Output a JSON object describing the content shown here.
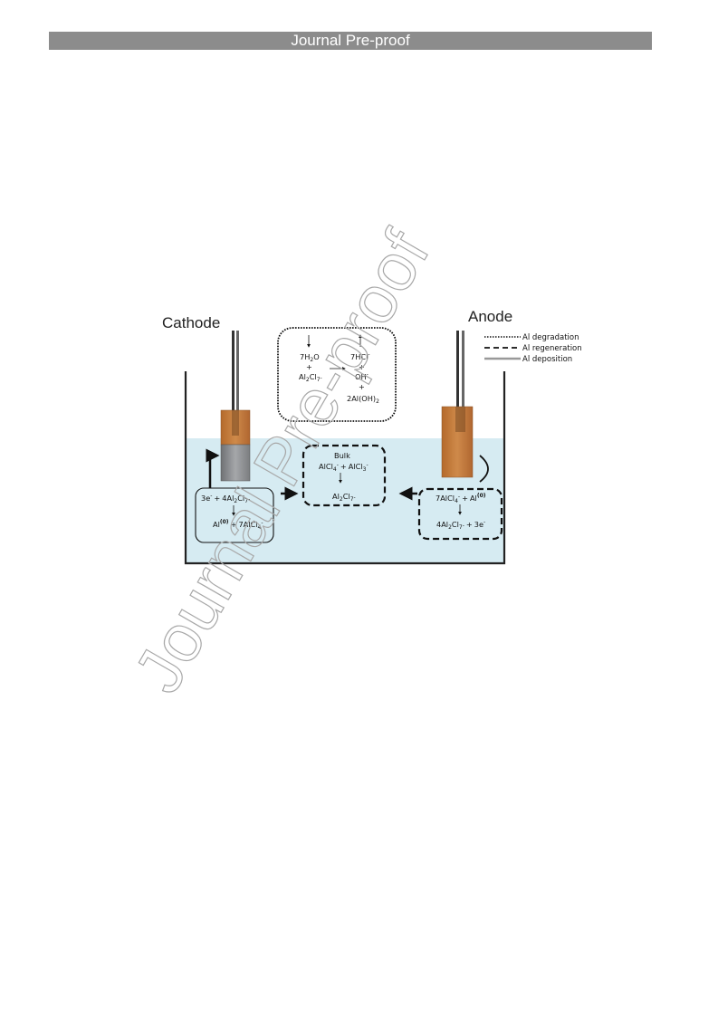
{
  "header": {
    "title": "Journal Pre-proof"
  },
  "watermark": {
    "text": "Journal Pre-proof"
  },
  "diagram": {
    "cathode_label": "Cathode",
    "anode_label": "Anode",
    "legend": [
      {
        "label": "Al degradation",
        "style": "dotted"
      },
      {
        "label": "Al regeneration",
        "style": "dashed"
      },
      {
        "label": "Al deposition",
        "style": "solid-gray"
      }
    ],
    "degradation_box": {
      "left_line1": "7H",
      "left_line1_sub": "2",
      "left_line1_end": "O",
      "plus": "+",
      "left_line3": "Al",
      "left_line3_sub1": "2",
      "left_line3_mid": "Cl",
      "left_line3_sub2": "7",
      "left_line3_sup": "-",
      "right_line1": "7HCl",
      "right_line1_sup": "-",
      "right_line3": "OH",
      "right_line3_sup": "-",
      "right_line5": "2Al(OH)",
      "right_line5_sub": "2"
    },
    "bulk_box": {
      "title": "Bulk",
      "line2_a": "AlCl",
      "line2_a_sub": "4",
      "line2_a_sup": "-",
      "line2_plus": "+",
      "line2_b": "AlCl",
      "line2_b_sub": "3",
      "line2_b_sup": "-",
      "line4": "Al",
      "line4_sub1": "2",
      "line4_mid": "Cl",
      "line4_sub2": "7",
      "line4_sup": "-"
    },
    "cathode_box": {
      "line1_a": "3e",
      "line1_a_sup": "-",
      "line1_plus": "+",
      "line1_b": "4Al",
      "line1_b_sub1": "2",
      "line1_b_mid": "Cl",
      "line1_b_sub2": "7",
      "line1_b_sup": "-",
      "line3_a": "Al",
      "line3_a_sup": "(0)",
      "line3_plus": "+",
      "line3_b": "7AlCl",
      "line3_b_sub": "4",
      "line3_b_sup": "-"
    },
    "anode_box": {
      "line1_a": "7AlCl",
      "line1_a_sub": "4",
      "line1_a_sup": "-",
      "line1_plus": "+",
      "line1_b": "Al",
      "line1_b_sup": "(0)",
      "line3_a": "4Al",
      "line3_a_sub1": "2",
      "line3_a_mid": "Cl",
      "line3_a_sub2": "7",
      "line3_a_sup": "-",
      "line3_plus": "+",
      "line3_b": "3e",
      "line3_b_sup": "-"
    },
    "colors": {
      "electrolyte": "#d6ebf2",
      "copper": "#c27a3a",
      "deposit": "#8d8f92",
      "tank": "#222222"
    }
  }
}
